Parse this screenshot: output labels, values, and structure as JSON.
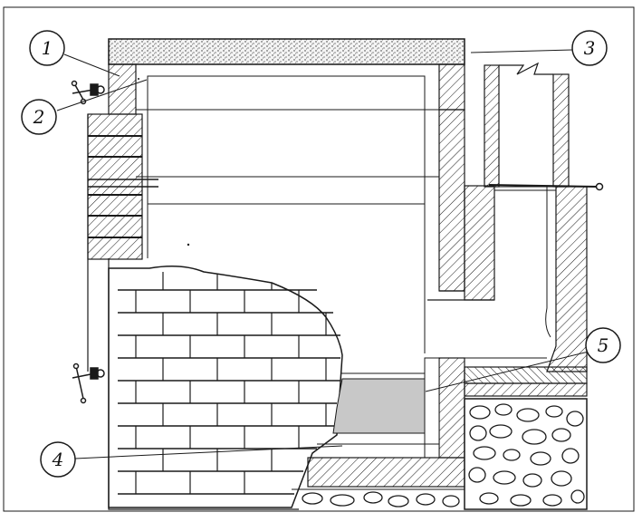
{
  "labels": {
    "l1": "1",
    "l2": "2",
    "l3": "3",
    "l4": "4",
    "l5": "5"
  },
  "colors": {
    "ink": "#1a1a1a",
    "paper": "#ffffff",
    "fill_gray": "#c8c8c8",
    "insulation_dots": "#333333"
  }
}
